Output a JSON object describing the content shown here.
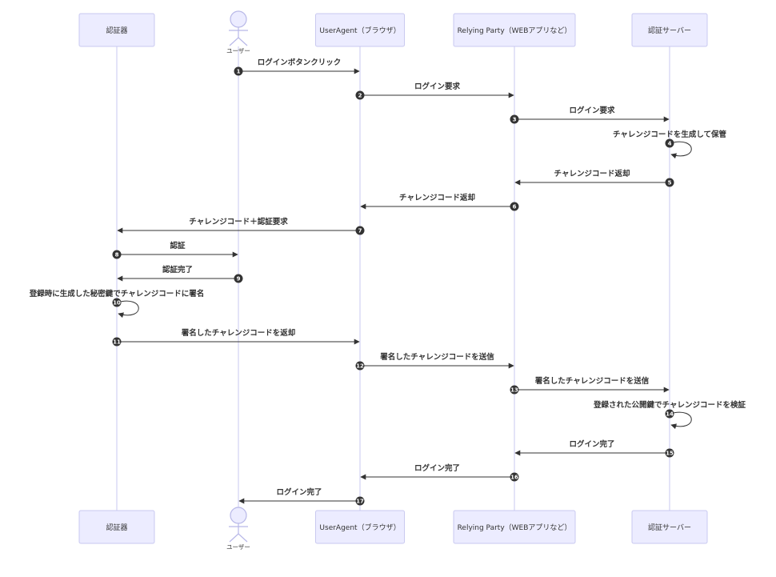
{
  "participants": [
    {
      "id": "auth",
      "label": "認証器",
      "type": "box"
    },
    {
      "id": "user",
      "label": "ユーザー",
      "type": "actor"
    },
    {
      "id": "ua",
      "label": "UserAgent（ブラウザ）",
      "type": "box"
    },
    {
      "id": "rp",
      "label": "Relying Party（WEBアプリなど）",
      "type": "box"
    },
    {
      "id": "as",
      "label": "認証サーバー",
      "type": "box"
    }
  ],
  "messages": [
    {
      "num": "1",
      "from": "user",
      "to": "ua",
      "text": "ログインボタンクリック"
    },
    {
      "num": "2",
      "from": "ua",
      "to": "rp",
      "text": "ログイン要求"
    },
    {
      "num": "3",
      "from": "rp",
      "to": "as",
      "text": "ログイン要求"
    },
    {
      "num": "4",
      "from": "as",
      "to": "as",
      "text": "チャレンジコードを生成して保管"
    },
    {
      "num": "5",
      "from": "as",
      "to": "rp",
      "text": "チャレンジコード返却"
    },
    {
      "num": "6",
      "from": "rp",
      "to": "ua",
      "text": "チャレンジコード返却"
    },
    {
      "num": "7",
      "from": "ua",
      "to": "auth",
      "text": "チャレンジコード＋認証要求"
    },
    {
      "num": "8",
      "from": "auth",
      "to": "user",
      "text": "認証"
    },
    {
      "num": "9",
      "from": "user",
      "to": "auth",
      "text": "認証完了"
    },
    {
      "num": "10",
      "from": "auth",
      "to": "auth",
      "text": "登録時に生成した秘密鍵でチャレンジコードに署名"
    },
    {
      "num": "11",
      "from": "auth",
      "to": "ua",
      "text": "署名したチャレンジコードを返却"
    },
    {
      "num": "12",
      "from": "ua",
      "to": "rp",
      "text": "署名したチャレンジコードを送信"
    },
    {
      "num": "13",
      "from": "rp",
      "to": "as",
      "text": "署名したチャレンジコードを送信"
    },
    {
      "num": "14",
      "from": "as",
      "to": "as",
      "text": "登録された公開鍵でチャレンジコードを検証"
    },
    {
      "num": "15",
      "from": "as",
      "to": "rp",
      "text": "ログイン完了"
    },
    {
      "num": "16",
      "from": "rp",
      "to": "ua",
      "text": "ログイン完了"
    },
    {
      "num": "17",
      "from": "ua",
      "to": "user",
      "text": "ログイン完了"
    }
  ],
  "colors": {
    "participant_fill": "#ececff",
    "participant_stroke": "#c9c9f0",
    "line": "#333333"
  }
}
